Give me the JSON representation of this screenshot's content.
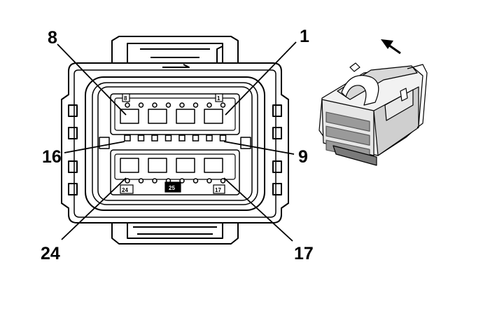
{
  "diagram": {
    "pin_labels": {
      "top_left": "8",
      "top_right": "1",
      "middle_left": "16",
      "middle_right": "9",
      "bottom_left": "24",
      "bottom_right": "17"
    },
    "cavity_marks": {
      "top_left": "8",
      "top_right": "1",
      "bottom_left": "24",
      "bottom_center": "25",
      "bottom_right": "17"
    },
    "arrow_icon": "arrow-up-left-icon",
    "colors": {
      "line": "#000000",
      "background": "#ffffff",
      "shade": "#9a9a9a"
    }
  }
}
